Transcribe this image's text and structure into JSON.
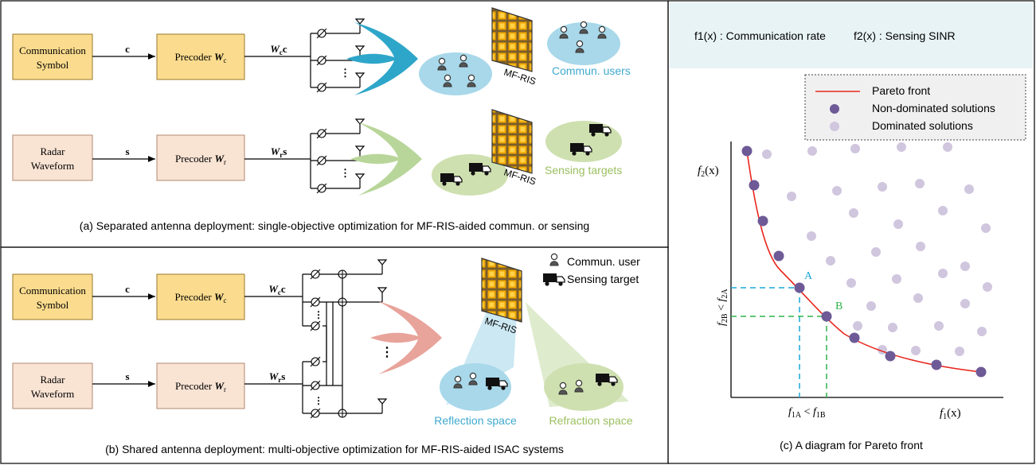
{
  "panel_a": {
    "comm_symbol": [
      "Communication",
      "Symbol"
    ],
    "radar_waveform": [
      "Radar",
      "Waveform"
    ],
    "sig_c": "c",
    "sig_s": "s",
    "precoder_label": "Precoder ",
    "precoder_c_sub": "c",
    "precoder_r_sub": "r",
    "out_c": "W",
    "out_c_sub": "c",
    "out_c_tail": "c",
    "out_s": "W",
    "out_s_sub": "r",
    "out_s_tail": "s",
    "mfris": "MF-RIS",
    "commun_users": "Commun. users",
    "sensing_targets": "Sensing targets",
    "caption": "(a) Separated antenna deployment: single-objective optimization for MF-RIS-aided commun. or sensing"
  },
  "panel_b": {
    "comm_symbol": [
      "Communication",
      "Symbol"
    ],
    "radar_waveform": [
      "Radar",
      "Waveform"
    ],
    "legend_user": "Commun. user",
    "legend_target": "Sensing target",
    "mfris": "MF-RIS",
    "reflection": "Reflection space",
    "refraction": "Refraction space",
    "caption": "(b) Shared antenna deployment: multi-objective optimization for MF-RIS-aided ISAC systems"
  },
  "panel_c": {
    "f1_desc": "f1(x) : Communication rate",
    "f2_desc": "f2(x) : Sensing SINR",
    "legend": {
      "pareto": "Pareto front",
      "nondominated": "Non-dominated solutions",
      "dominated": "Dominated solutions"
    },
    "ylabel": "f2(x)",
    "xlabel": "f1(x)",
    "point_a": "A",
    "point_b": "B",
    "x_compare": "f1A < f1B",
    "y_compare": "f2B < f2A",
    "caption": "(c) A diagram for Pareto front"
  },
  "colors": {
    "comm_box": "#fbdc8e",
    "radar_box": "#f9e3d3",
    "pareto_line": "#e8281e",
    "nondominated": "#6d5a96",
    "dominated": "#d0c6de",
    "cyan": "#1aa7d8",
    "green": "#2db34a",
    "user_ellipse": "#a8d8ea",
    "target_ellipse": "#cfe0b0",
    "header_bg": "#e8f3f6"
  }
}
